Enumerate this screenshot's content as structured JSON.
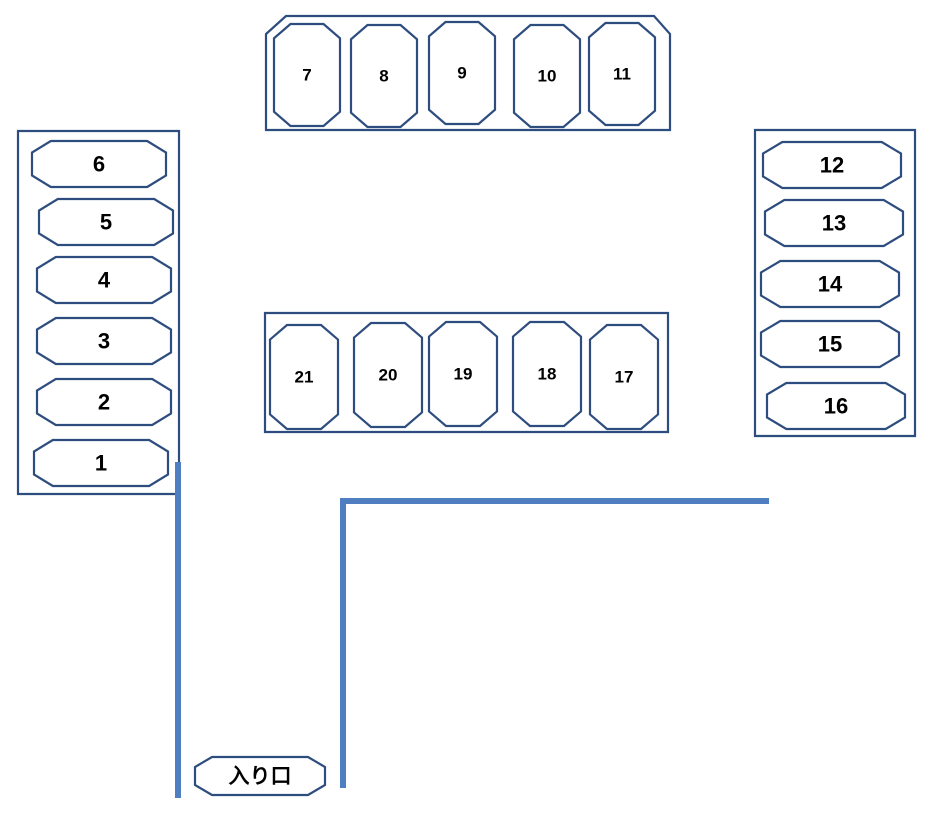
{
  "colors": {
    "outline": "#2e4d7f",
    "wall": "#4f7fc0",
    "background": "#ffffff",
    "text": "#000000"
  },
  "entrance": {
    "label": "入り口"
  },
  "tables": [
    {
      "id": "left",
      "seats": [
        "6",
        "5",
        "4",
        "3",
        "2",
        "1"
      ]
    },
    {
      "id": "top",
      "seats": [
        "7",
        "8",
        "9",
        "10",
        "11"
      ]
    },
    {
      "id": "right",
      "seats": [
        "12",
        "13",
        "14",
        "15",
        "16"
      ]
    },
    {
      "id": "center",
      "seats": [
        "21",
        "20",
        "19",
        "18",
        "17"
      ]
    }
  ]
}
